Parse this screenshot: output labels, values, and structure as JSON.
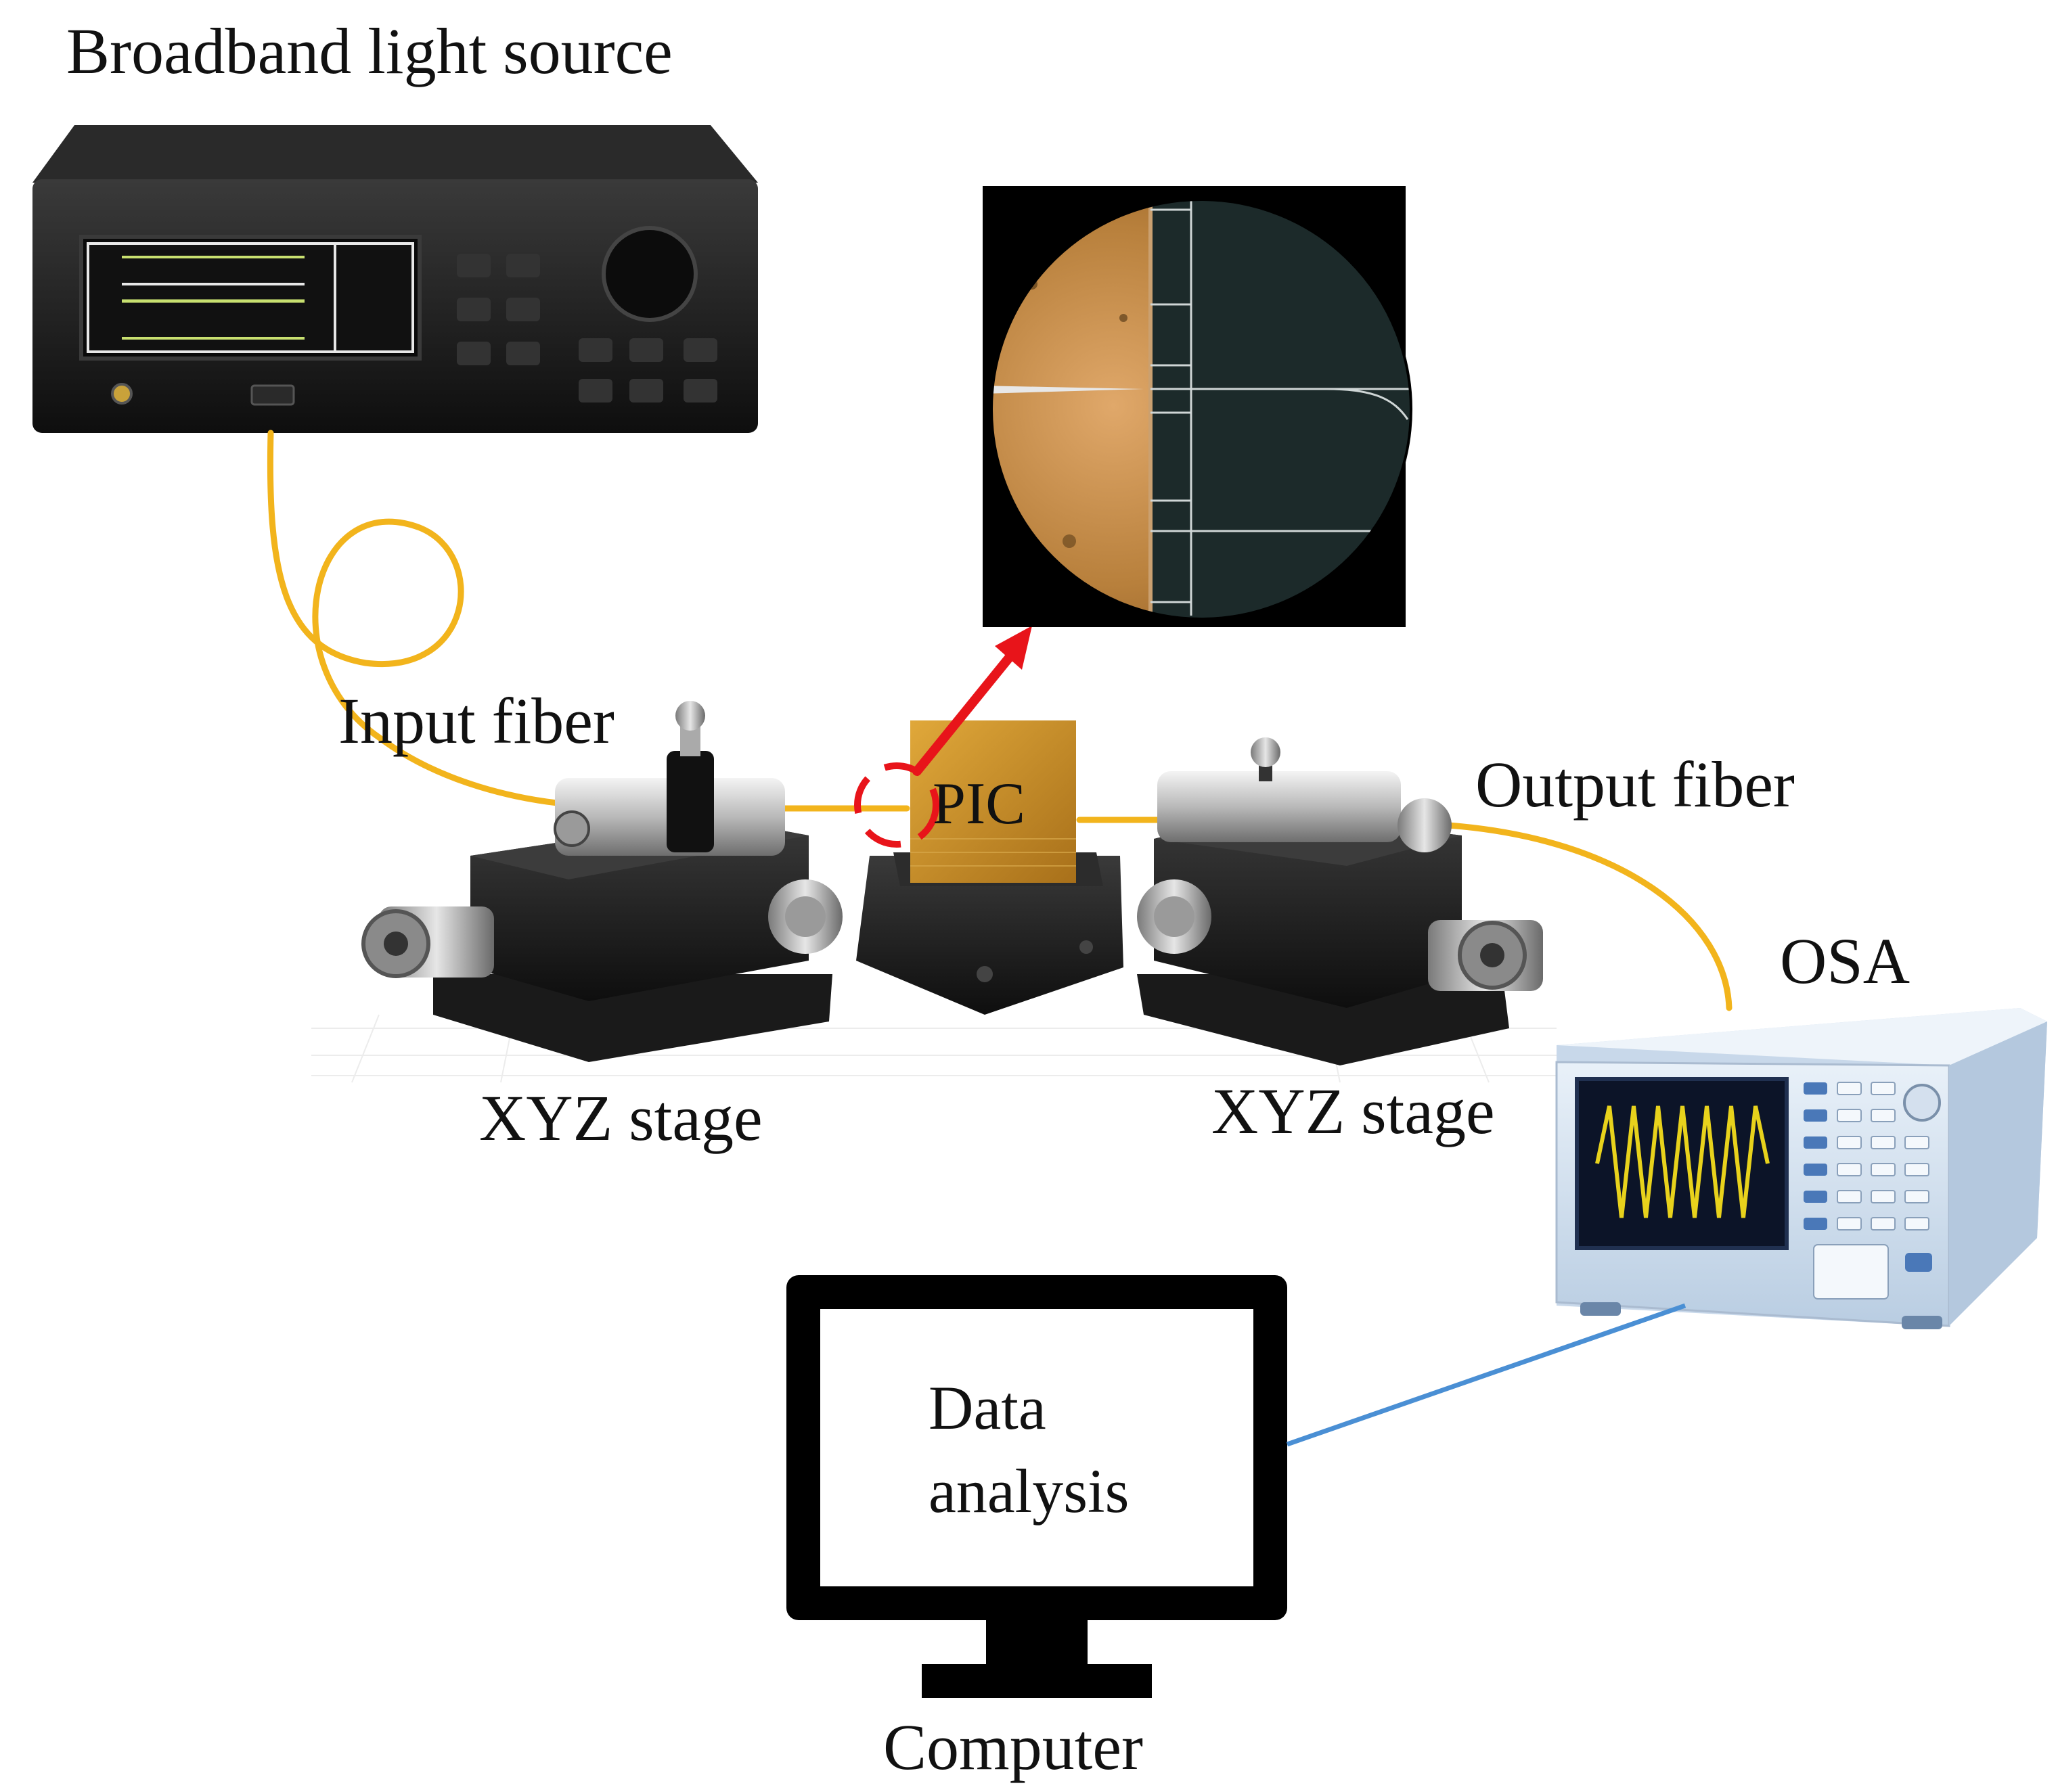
{
  "labels": {
    "light_source": "Broadband light source",
    "input_fiber": "Input fiber",
    "output_fiber": "Output fiber",
    "pic": "PIC",
    "stage_left": "XYZ stage",
    "stage_right": "XYZ stage",
    "osa": "OSA",
    "computer": "Computer",
    "screen_line1": "Data",
    "screen_line2": "analysis"
  },
  "colors": {
    "fiber": "#f2b41c",
    "arrow": "#e8141a",
    "cable": "#4a8fd4",
    "device_body": "#1c1c1c",
    "osa_body": "#dbe7f3",
    "osa_trace": "#e8d21c",
    "chip": "#c89028",
    "focus_circle": "#e8141a"
  },
  "icons": {
    "light_source": "instrument-icon",
    "osa": "spectrum-analyzer-icon",
    "computer": "monitor-icon",
    "microscope": "microscope-view-icon"
  }
}
